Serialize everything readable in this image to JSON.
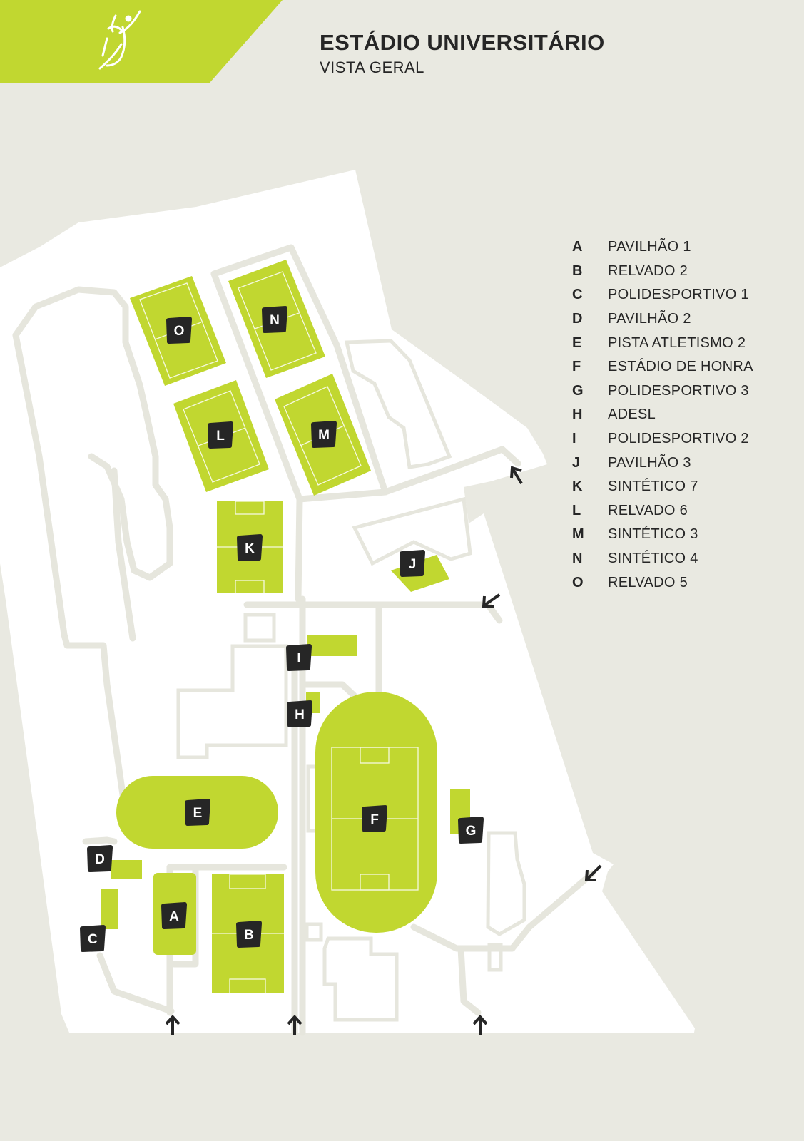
{
  "header": {
    "title": "ESTÁDIO UNIVERSITÁRIO",
    "subtitle": "VISTA GERAL",
    "logo_icon": "athlete-logo-icon"
  },
  "colors": {
    "accent": "#c1d730",
    "background": "#e9e9e1",
    "map_area": "#ffffff",
    "paths": "#e6e6dd",
    "marker": "#262626"
  },
  "legend": [
    {
      "letter": "A",
      "name": "PAVILHÃO 1"
    },
    {
      "letter": "B",
      "name": "RELVADO 2"
    },
    {
      "letter": "C",
      "name": "POLIDESPORTIVO 1"
    },
    {
      "letter": "D",
      "name": "PAVILHÃO 2"
    },
    {
      "letter": "E",
      "name": "PISTA ATLETISMO 2"
    },
    {
      "letter": "F",
      "name": "ESTÁDIO DE HONRA"
    },
    {
      "letter": "G",
      "name": "POLIDESPORTIVO 3"
    },
    {
      "letter": "H",
      "name": "ADESL"
    },
    {
      "letter": "I",
      "name": "POLIDESPORTIVO 2"
    },
    {
      "letter": "J",
      "name": "PAVILHÃO 3"
    },
    {
      "letter": "K",
      "name": "SINTÉTICO 7"
    },
    {
      "letter": "L",
      "name": "RELVADO 6"
    },
    {
      "letter": "M",
      "name": "SINTÉTICO 3"
    },
    {
      "letter": "N",
      "name": "SINTÉTICO 4"
    },
    {
      "letter": "O",
      "name": "RELVADO 5"
    }
  ],
  "markers": [
    "A",
    "B",
    "C",
    "D",
    "E",
    "F",
    "G",
    "H",
    "I",
    "J",
    "K",
    "L",
    "M",
    "N",
    "O"
  ],
  "entrances": [
    "entrance-arrow-icon"
  ]
}
